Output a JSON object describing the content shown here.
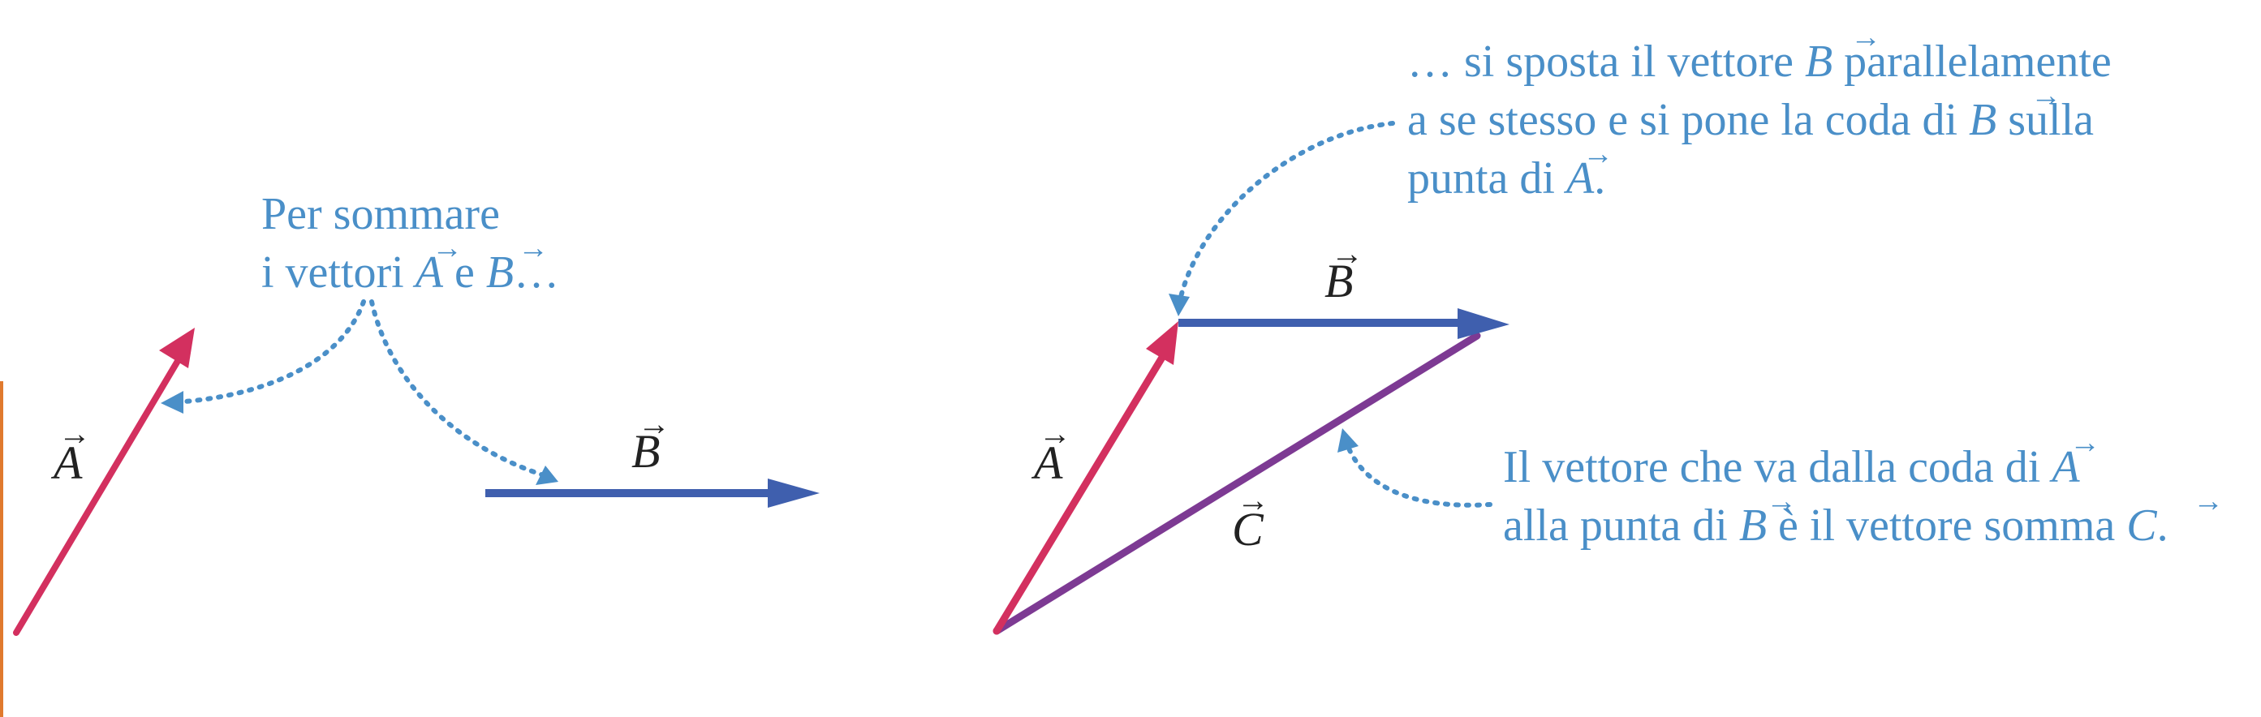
{
  "colors": {
    "vector_a": "#d3305f",
    "vector_b": "#3f5fae",
    "vector_c": "#7d3a93",
    "annotation": "#4a8fc8",
    "label": "#222222",
    "edge_bar": "#e07a2e"
  },
  "vectors": {
    "a_label": "A",
    "b_label": "B",
    "c_label": "C"
  },
  "left_panel": {
    "note_line1": "Per sommare",
    "note_line2_pre": "i vettori ",
    "note_line2_a": "A",
    "note_line2_mid": " e ",
    "note_line2_b": "B",
    "note_line2_post": "…"
  },
  "right_panel": {
    "top_line1_pre": "… si sposta il vettore ",
    "top_line1_b": "B",
    "top_line1_post": " parallelamente",
    "top_line2_pre": "a se stesso e si pone la coda di ",
    "top_line2_b": "B",
    "top_line2_post": " sulla",
    "top_line3_pre": "punta di ",
    "top_line3_a": "A",
    "top_line3_post": ".",
    "bottom_line1_pre": "Il vettore che va dalla coda di ",
    "bottom_line1_a": "A",
    "bottom_line2_pre": "alla punta di ",
    "bottom_line2_b": "B",
    "bottom_line2_mid": " è il vettore somma ",
    "bottom_line2_c": "C",
    "bottom_line2_post": "."
  }
}
